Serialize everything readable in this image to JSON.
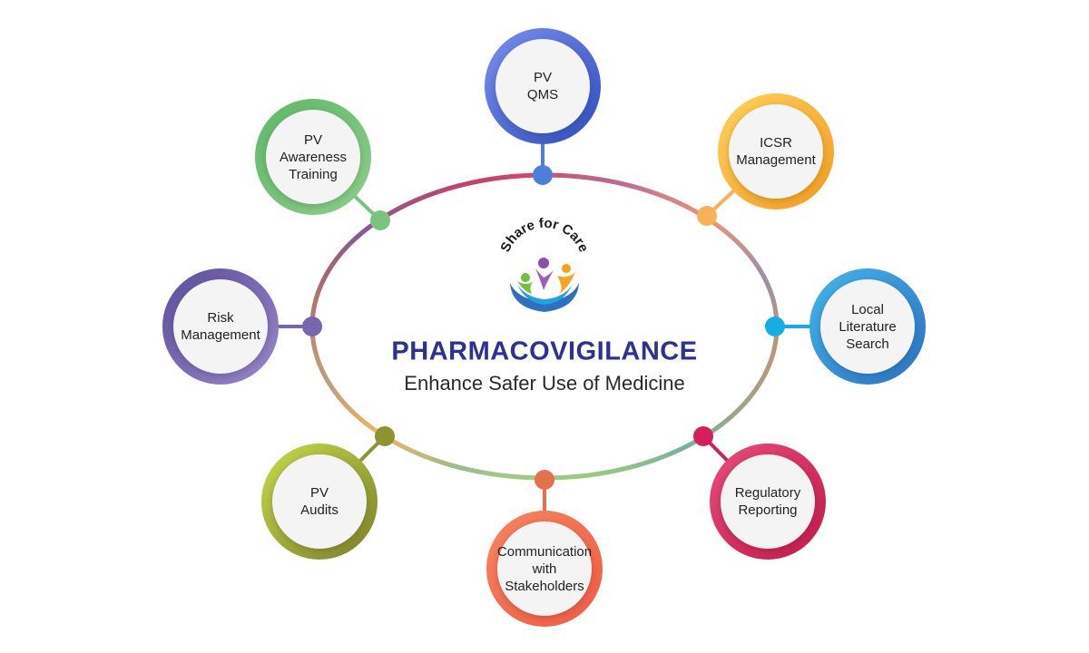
{
  "center": {
    "title": "PHARMACOVIGILANCE",
    "subtitle": "Enhance Safer Use of Medicine",
    "logo_text": "Share for Care"
  },
  "nodes": [
    {
      "id": "pv-qms",
      "label": "PV\nQMS",
      "colors": [
        "#7b8ff0",
        "#2f4dbb"
      ]
    },
    {
      "id": "icsr-management",
      "label": "ICSR\nManagement",
      "colors": [
        "#ffd25e",
        "#f39a1e"
      ]
    },
    {
      "id": "local-literature-search",
      "label": "Local\nLiterature\nSearch",
      "colors": [
        "#44b7ea",
        "#2c6fc1"
      ]
    },
    {
      "id": "regulatory-reporting",
      "label": "Regulatory\nReporting",
      "colors": [
        "#e84d7c",
        "#c2184b"
      ]
    },
    {
      "id": "communication-with-stakeholders",
      "label": "Communication\nwith\nStakeholders",
      "colors": [
        "#f7855f",
        "#f05a45"
      ]
    },
    {
      "id": "pv-audits",
      "label": "PV\nAudits",
      "colors": [
        "#c6dc4a",
        "#7d7e2c"
      ]
    },
    {
      "id": "risk-management",
      "label": "Risk\nManagement",
      "colors": [
        "#5b4e9c",
        "#9a87c8"
      ]
    },
    {
      "id": "pv-awareness-training",
      "label": "PV\nAwareness\nTraining",
      "colors": [
        "#5fb869",
        "#8fcd8c"
      ]
    }
  ],
  "connector_colors": [
    "#4a80dc",
    "#f7b15a",
    "#14aee4",
    "#d41f5c",
    "#e2714f",
    "#8c9330",
    "#7765b1",
    "#79c47f"
  ]
}
